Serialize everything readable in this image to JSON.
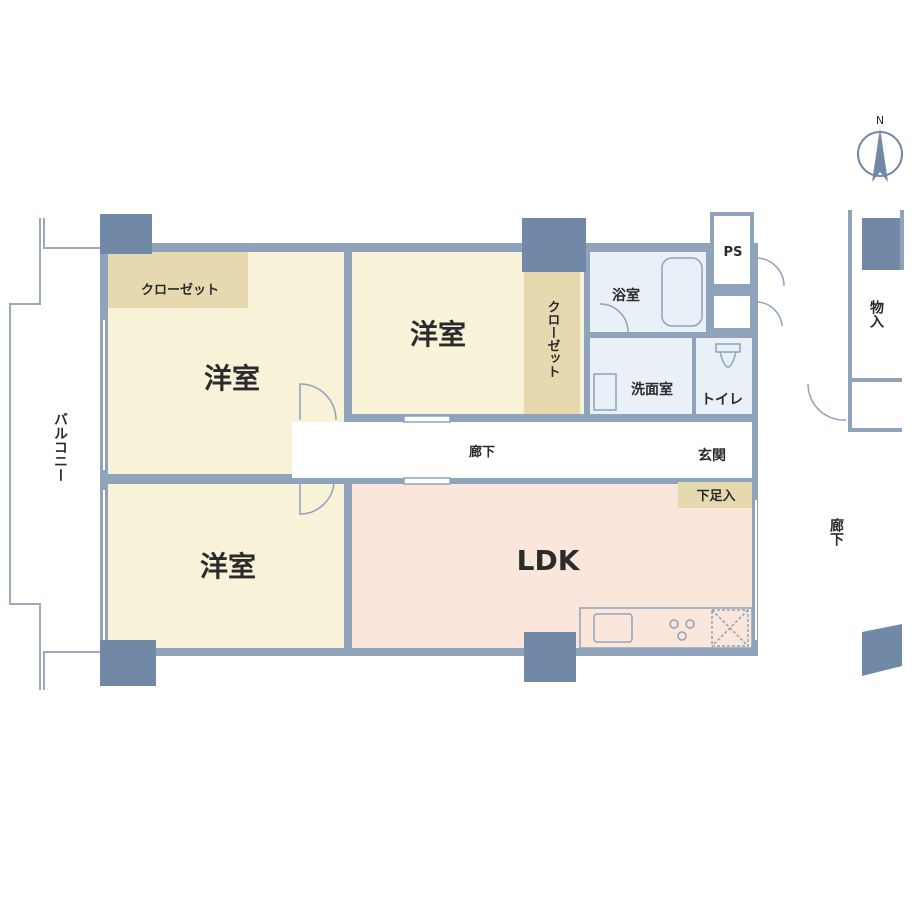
{
  "colors": {
    "bedroom": "#f8f2d8",
    "ldk": "#fae6da",
    "wet": "#eaf0f8",
    "closet": "#e6d9b0",
    "column": "#7189a6",
    "wall": "#8fa3bb",
    "hall": "#ffffff"
  },
  "compass": {
    "north_label": "N"
  },
  "rooms": {
    "bedroom_top_left": "洋室",
    "bedroom_top_center": "洋室",
    "bedroom_bottom_left": "洋室",
    "ldk": "LDK",
    "closet_left": "クローゼット",
    "closet_center": "クローゼット",
    "bath": "浴室",
    "washroom": "洗面室",
    "toilet": "トイレ",
    "ps": "PS",
    "entrance": "玄関",
    "shoe_storage": "下足入",
    "hallway": "廊下",
    "balcony": "バルコニー",
    "storage": "物入",
    "outer_hallway": "廊下"
  }
}
